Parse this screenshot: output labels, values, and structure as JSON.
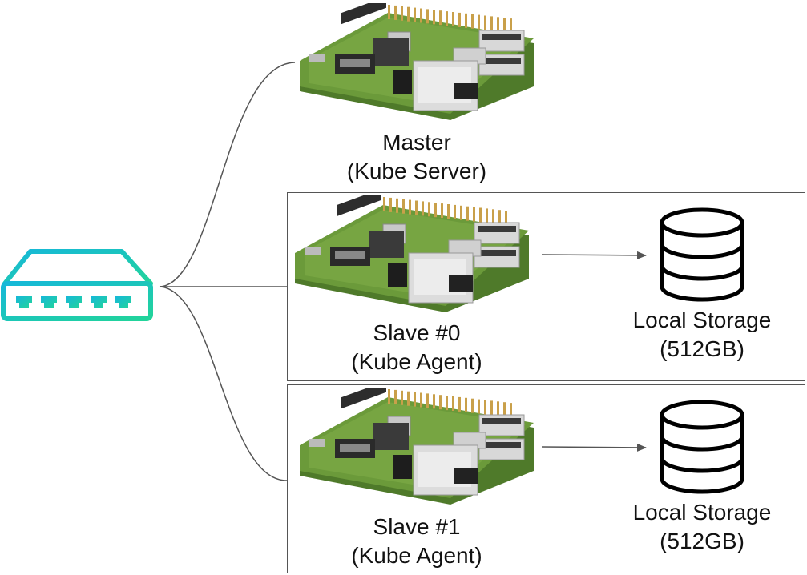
{
  "nodes": {
    "master": {
      "line1": "Master",
      "line2": "(Kube Server)"
    },
    "slave0": {
      "line1": "Slave #0",
      "line2": "(Kube Agent)"
    },
    "slave1": {
      "line1": "Slave #1",
      "line2": "(Kube Agent)"
    },
    "storage0": {
      "line1": "Local Storage",
      "line2": "(512GB)"
    },
    "storage1": {
      "line1": "Local Storage",
      "line2": "(512GB)"
    }
  },
  "colors": {
    "switch_gradient_start": "#16b8d9",
    "switch_gradient_end": "#22d49a",
    "pcb_green": "#6b9a3a",
    "connector_line": "#555555"
  },
  "icons": [
    "network-switch-icon",
    "raspberry-pi-board-icon",
    "database-icon"
  ]
}
